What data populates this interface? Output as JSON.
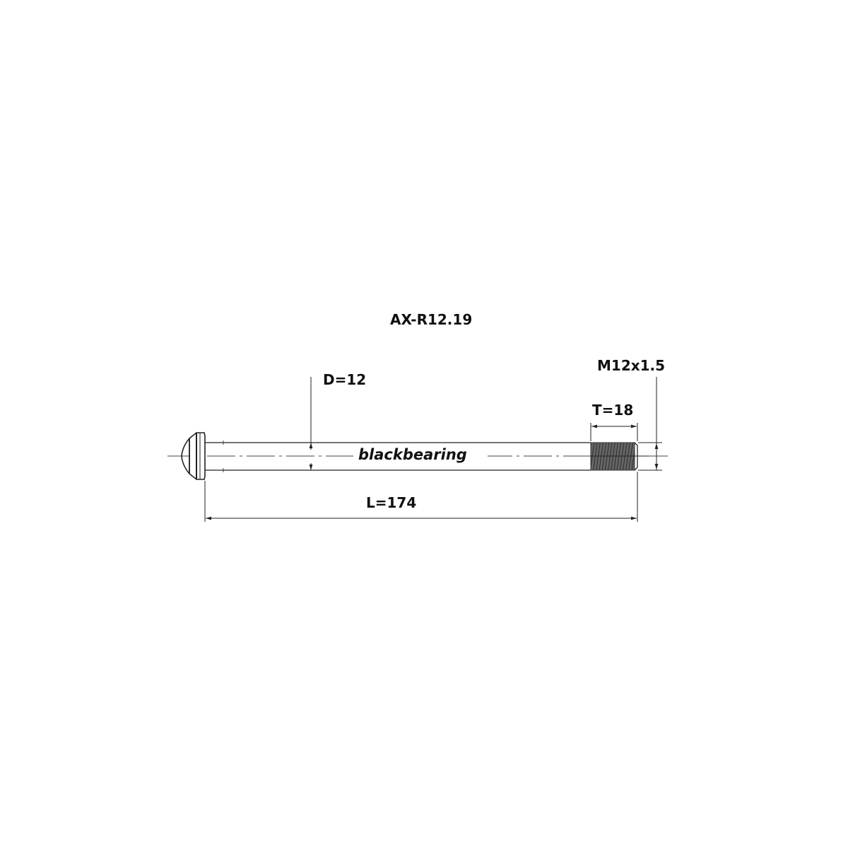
{
  "drawing": {
    "title": "AX-R12.19",
    "brand": "blackbearing",
    "dimensions": {
      "diameter": "D=12",
      "thread_length": "T=18",
      "thread_spec": "M12x1.5",
      "length": "L=174"
    },
    "colors": {
      "line": "#222222",
      "thread_fill": "#555555",
      "background": "#ffffff"
    }
  }
}
